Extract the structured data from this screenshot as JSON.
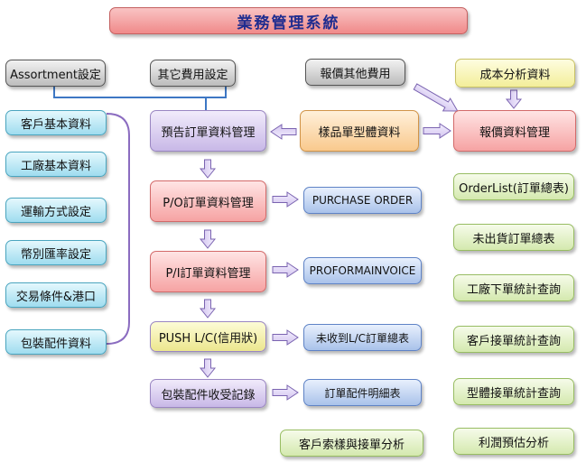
{
  "diagram": {
    "title": "業務管理系統",
    "top_row": {
      "assortment": "Assortment設定",
      "other_fees": "其它費用設定",
      "quote_other_fees": "報價其他費用",
      "cost_analysis": "成本分析資料"
    },
    "left_column": {
      "customer_basic": "客戶基本資料",
      "factory_basic": "工廠基本資料",
      "shipping_method": "運輸方式設定",
      "currency_rate": "幣別匯率設定",
      "trade_terms": "交易條件&港口",
      "packaging_parts": "包裝配件資料"
    },
    "flow_column": {
      "forecast_order": "預告訂單資料管理",
      "po_order": "P/O訂單資料管理",
      "pi_order": "P/I訂單資料管理",
      "push_lc": "PUSH  L/C(信用狀)",
      "packaging_receipt": "包裝配件收受記錄"
    },
    "middle_column": {
      "sample_form": "樣品單型體資料",
      "purchase_order": "PURCHASE ORDER",
      "proforma_invoice": "PROFORMAINVOICE",
      "lc_pending_summary": "未收到L/C訂單總表",
      "order_parts_detail": "訂單配件明細表",
      "customer_sample_analysis": "客戶索樣與接單分析"
    },
    "right_column": {
      "quote_management": "報價資料管理",
      "order_list": "OrderList(訂單總表)",
      "unshipped_orders": "未出貨訂單總表",
      "factory_order_stats": "工廠下單統計查詢",
      "customer_order_stats": "客戶接單統計查詢",
      "style_order_stats": "型體接單統計查詢",
      "profit_estimate": "利潤預估分析"
    }
  }
}
